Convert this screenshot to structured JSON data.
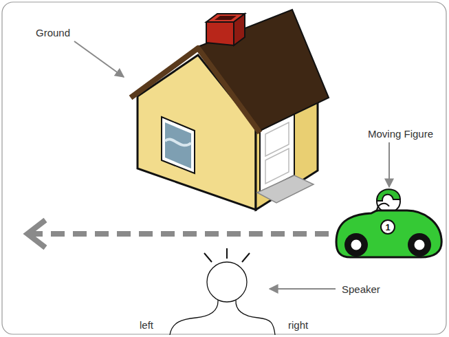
{
  "diagram": {
    "labels": [
      "Ground",
      "Moving Figure",
      "1",
      "Speaker",
      "left",
      "right"
    ]
  }
}
